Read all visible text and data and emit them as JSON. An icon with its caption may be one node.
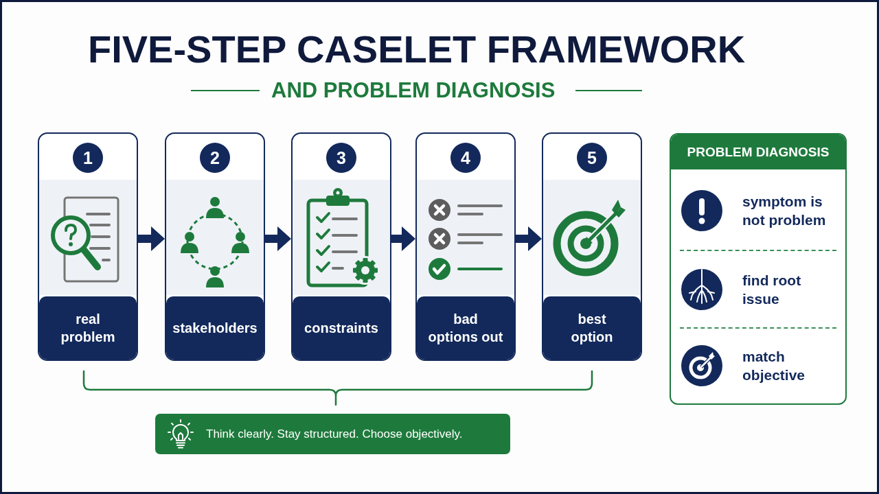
{
  "diagram": {
    "title": "FIVE-STEP CASELET FRAMEWORK",
    "nodes": [
      {
        "text": [
          "1",
          "real problem"
        ]
      },
      {
        "text": [
          "2",
          "stakeholders"
        ]
      },
      {
        "text": [
          "3",
          "constraints"
        ]
      },
      {
        "text": [
          "4",
          "bad options out"
        ]
      },
      {
        "text": [
          "5",
          "best option"
        ]
      },
      {
        "text": [
          "PROBLEM DIAGNOSIS",
          "symptom is not problem",
          "find root issue",
          "match objective"
        ]
      },
      {
        "text": [
          "Think clearly. Stay structured. Choose objectively."
        ]
      }
    ],
    "edges": [
      {
        "from": 0,
        "to": 1,
        "arrow": "to"
      },
      {
        "from": 1,
        "to": 2,
        "arrow": "to"
      },
      {
        "from": 2,
        "to": 3,
        "arrow": "to"
      },
      {
        "from": 3,
        "to": 4,
        "arrow": "to"
      }
    ],
    "labels": [
      "AND PROBLEM DIAGNOSIS"
    ]
  }
}
